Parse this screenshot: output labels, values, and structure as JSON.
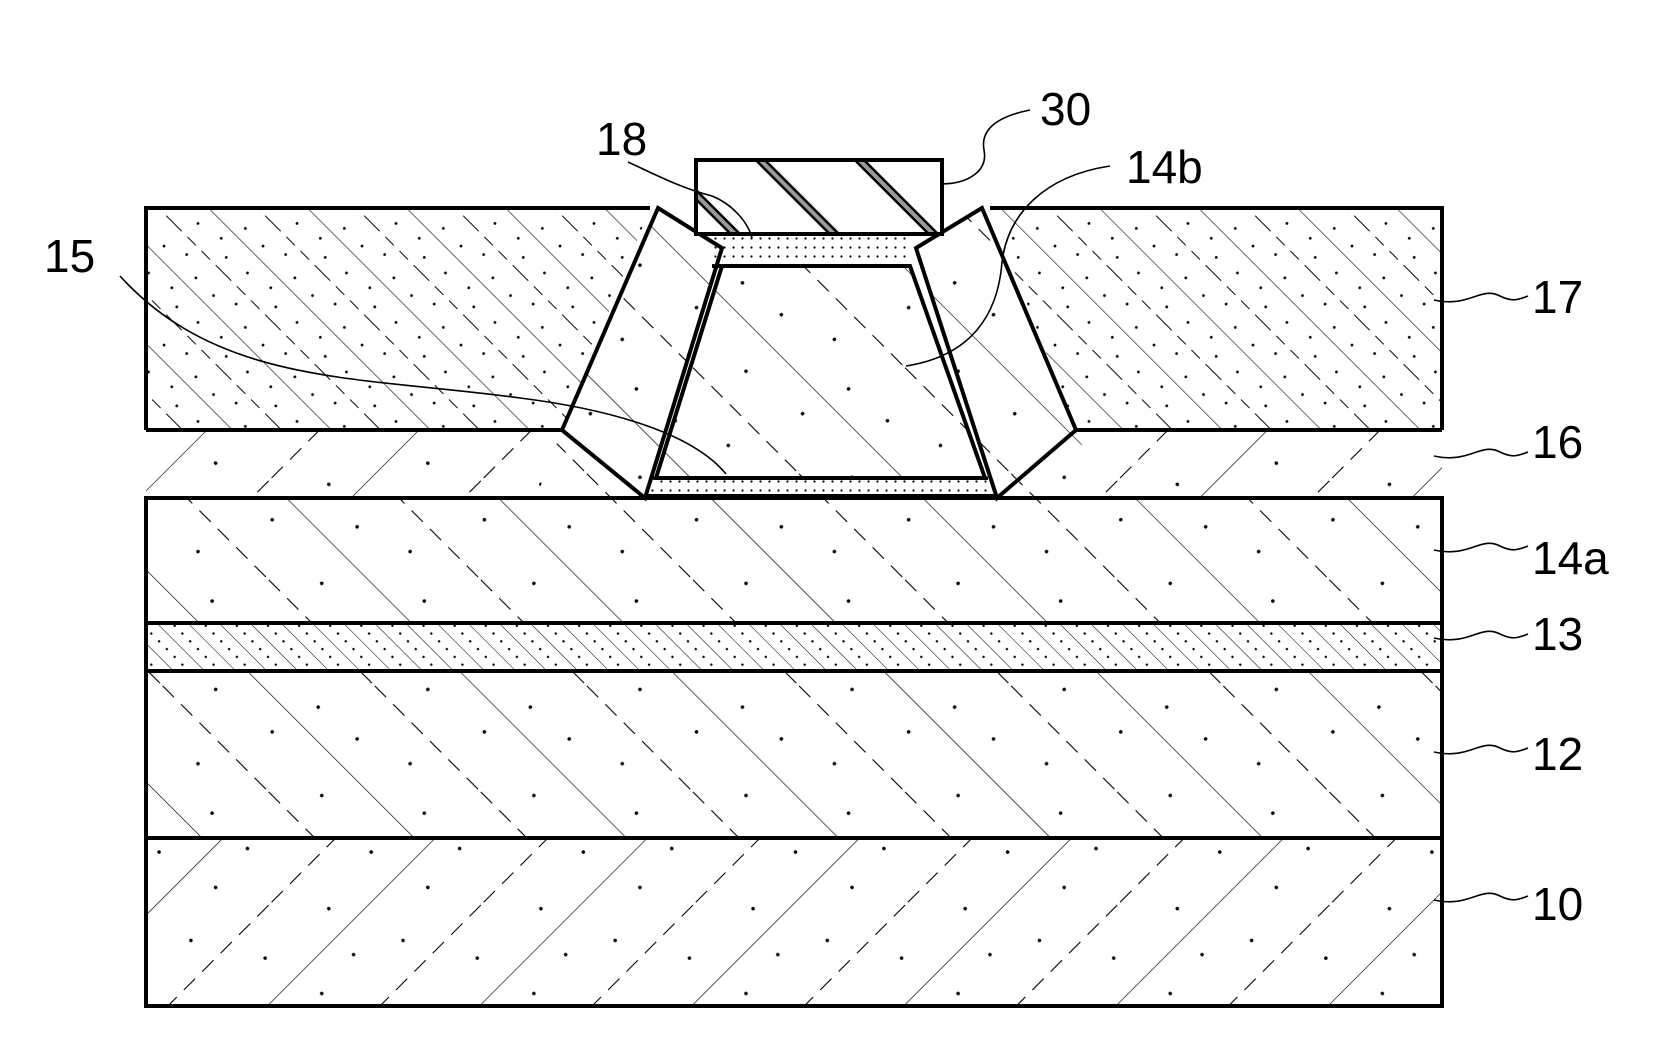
{
  "figure": {
    "labels": {
      "l30": "30",
      "l18": "18",
      "l14b": "14b",
      "l15": "15",
      "l17": "17",
      "l16": "16",
      "l14a": "14a",
      "l13": "13",
      "l12": "12",
      "l10": "10"
    }
  }
}
